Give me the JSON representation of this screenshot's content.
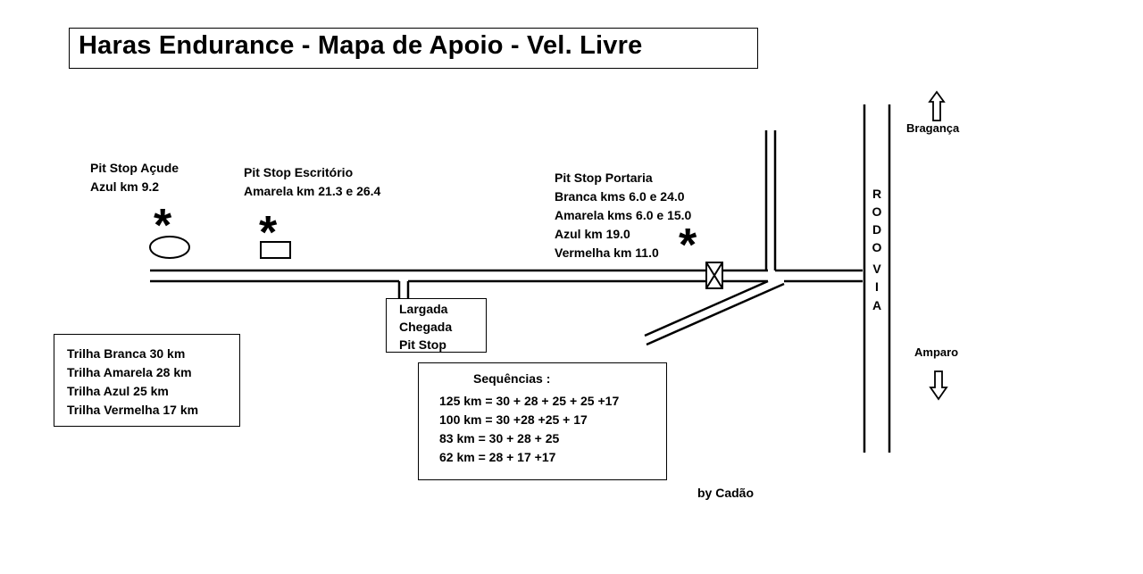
{
  "title": "Haras Endurance - Mapa de Apoio - Vel. Livre",
  "pit_acude": {
    "name": "Pit Stop Açude",
    "info": "Azul km 9.2"
  },
  "pit_escritorio": {
    "name": "Pit Stop Escritório",
    "info": "Amarela km 21.3 e 26.4"
  },
  "pit_portaria": {
    "name": "Pit Stop Portaria",
    "lines": [
      "Branca kms 6.0 e 24.0",
      "Amarela kms 6.0 e 15.0",
      "Azul km 19.0",
      "Vermelha km 11.0"
    ]
  },
  "base": {
    "lines": [
      "Largada",
      "Chegada",
      "Pit Stop"
    ]
  },
  "trails": {
    "lines": [
      "Trilha Branca 30 km",
      "Trilha Amarela 28 km",
      "Trilha Azul 25 km",
      "Trilha Vermelha 17 km"
    ]
  },
  "sequences": {
    "heading": "Sequências :",
    "lines": [
      "125 km = 30 + 28 + 25 + 25 +17",
      "100 km = 30 +28 +25 + 17",
      "83 km = 30 + 28 + 25",
      "62 km = 28 + 17 +17"
    ]
  },
  "highway": {
    "letters": [
      "R",
      "O",
      "D",
      "O",
      "V",
      "I",
      "A"
    ]
  },
  "destinations": {
    "north": "Bragança",
    "south": "Amparo"
  },
  "marker_symbol": "*",
  "credit": "by Cadão",
  "colors": {
    "ink": "#000000",
    "background": "#ffffff"
  }
}
